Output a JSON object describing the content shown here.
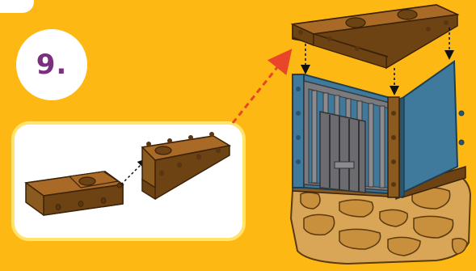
{
  "step": {
    "label": "9."
  },
  "colors": {
    "background": "#fdb813",
    "brick_brown": "#8b5a1e",
    "brick_dark": "#5a3510",
    "wall_blue": "#3f7a9c",
    "wall_dark": "#2a556e",
    "bars_gray": "#7b7b7f",
    "rock_tan": "#d9a556",
    "arrow_red": "#e8452a",
    "accent_purple": "#7a2f7f"
  },
  "icons": [
    "corner-plate-piece",
    "tower-assembly",
    "jail-bars",
    "rock-base",
    "connection-arrow"
  ]
}
